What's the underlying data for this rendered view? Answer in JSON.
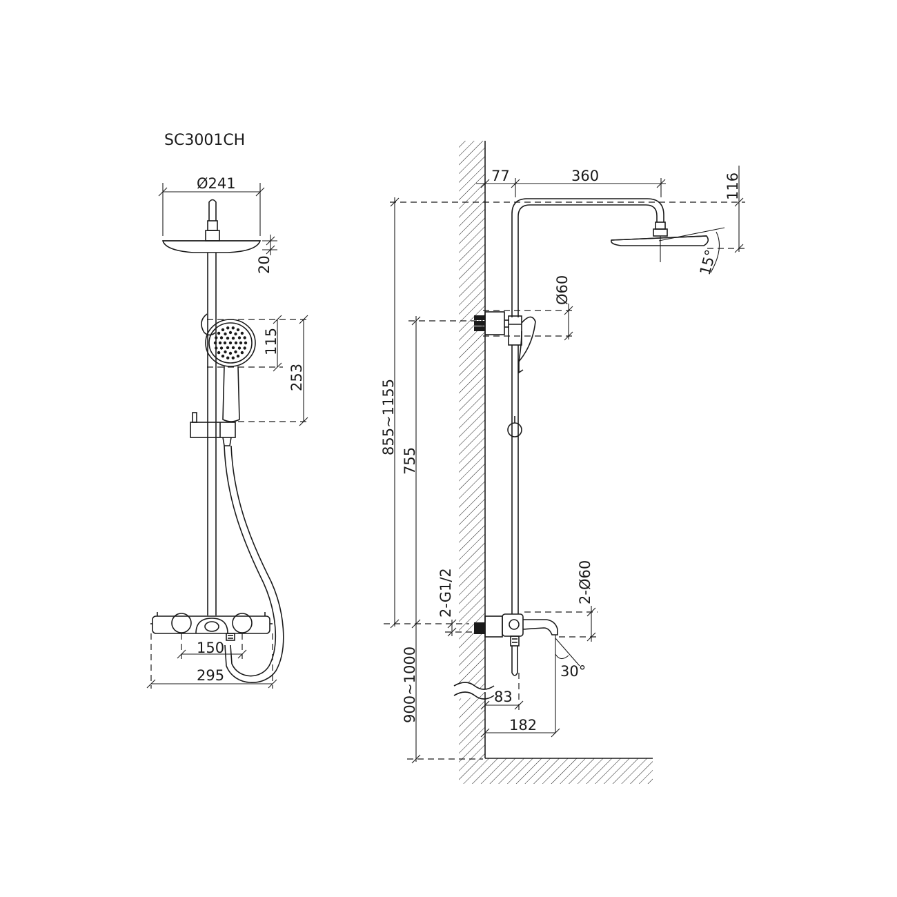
{
  "model": "SC3001CH",
  "front_view": {
    "head_diameter": "Ø241",
    "head_thickness": "20",
    "hand_shower_diameter": "115",
    "hand_shower_length": "253",
    "inlet_spacing": "150",
    "mixer_width": "295"
  },
  "side_view": {
    "wall_offset": "77",
    "arm_reach": "360",
    "head_drop": "116",
    "head_tilt": "15°",
    "wall_bracket_diameter": "Ø60",
    "total_height_range": "855~1155",
    "slide_height": "755",
    "inlet_thread": "2-G1/2",
    "escutcheon_diameter": "2-Ø60",
    "spout_angle": "30°",
    "install_height_range": "900~1000",
    "body_projection": "83",
    "spout_projection": "182"
  },
  "colors": {
    "line": "#1a1a1a",
    "background": "#ffffff"
  }
}
